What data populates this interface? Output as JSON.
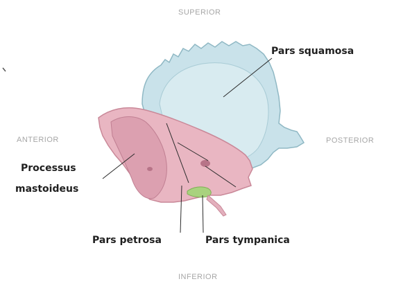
{
  "orientation": {
    "superior": "SUPERIOR",
    "anterior": "ANTERIOR",
    "posterior": "POSTERIOR",
    "inferior": "INFERIOR"
  },
  "labels": {
    "pars_squamosa": "Pars squamosa",
    "processus_line1": "Processus",
    "processus_line2": "mastoideus",
    "pars_petrosa": "Pars petrosa",
    "pars_tympanica": "Pars tympanica"
  },
  "colors": {
    "squamosa_fill": "#c9e2ea",
    "squamosa_edge": "#8fb8c4",
    "petrosa_fill": "#e9b6c2",
    "petrosa_edge": "#c98898",
    "tympanica_fill": "#a9d27e",
    "leader_line": "#2a2a2a"
  }
}
